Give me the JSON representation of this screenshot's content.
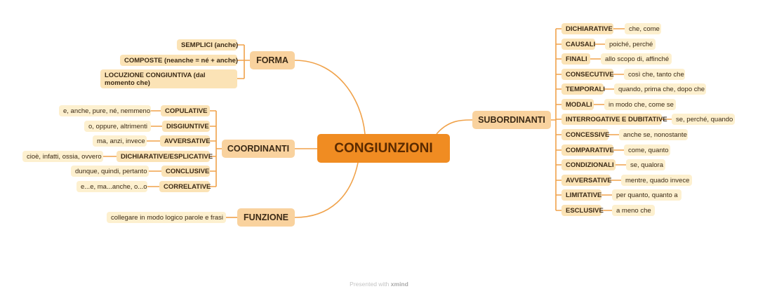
{
  "central": "CONGIUNZIONI",
  "forma": {
    "title": "FORMA",
    "items": [
      "SEMPLICI (anche)",
      "COMPOSTE (neanche = né + anche)",
      "LOCUZIONE CONGIUNTIVA (dal momento che)"
    ]
  },
  "coordinanti": {
    "title": "COORDINANTI",
    "items": [
      {
        "label": "COPULATIVE",
        "example": "e, anche, pure, né, nemmeno"
      },
      {
        "label": "DISGIUNTIVE",
        "example": "o, oppure, altrimenti"
      },
      {
        "label": "AVVERSATIVE",
        "example": "ma, anzi, invece"
      },
      {
        "label": "DICHIARATIVE/ESPLICATIVE",
        "example": "cioè, infatti, ossia, ovvero"
      },
      {
        "label": "CONCLUSIVE",
        "example": "dunque, quindi, pertanto"
      },
      {
        "label": "CORRELATIVE",
        "example": "e...e, ma...anche, o...o"
      }
    ]
  },
  "funzione": {
    "title": "FUNZIONE",
    "items": [
      "collegare in modo logico parole e frasi"
    ]
  },
  "subordinanti": {
    "title": "SUBORDINANTI",
    "items": [
      {
        "label": "DICHIARATIVE",
        "example": "che, come"
      },
      {
        "label": "CAUSALI",
        "example": "poiché, perché"
      },
      {
        "label": "FINALI",
        "example": "allo scopo di, affinché"
      },
      {
        "label": "CONSECUTIVE",
        "example": "così che, tanto che"
      },
      {
        "label": "TEMPORALI",
        "example": "quando, prima che, dopo che"
      },
      {
        "label": "MODALI",
        "example": "in modo che, come se"
      },
      {
        "label": "INTERROGATIVE E DUBITATIVE",
        "example": "se, perché, quando"
      },
      {
        "label": "CONCESSIVE",
        "example": "anche se, nonostante"
      },
      {
        "label": "COMPARATIVE",
        "example": "come, quanto"
      },
      {
        "label": "CONDIZIONALI",
        "example": "se, qualora"
      },
      {
        "label": "AVVERSATIVE",
        "example": "mentre, quado invece"
      },
      {
        "label": "LIMITATIVE",
        "example": "per quanto, quanto a"
      },
      {
        "label": "ESCLUSIVE",
        "example": "a meno che"
      }
    ]
  },
  "footer": {
    "prefix": "Presented with",
    "brand": "xmind"
  },
  "colors": {
    "central": "#f08c22",
    "main": "#f9d29e",
    "sub": "#fbe3b6",
    "leaf": "#fdf0cf",
    "line": "#f0a24a"
  }
}
